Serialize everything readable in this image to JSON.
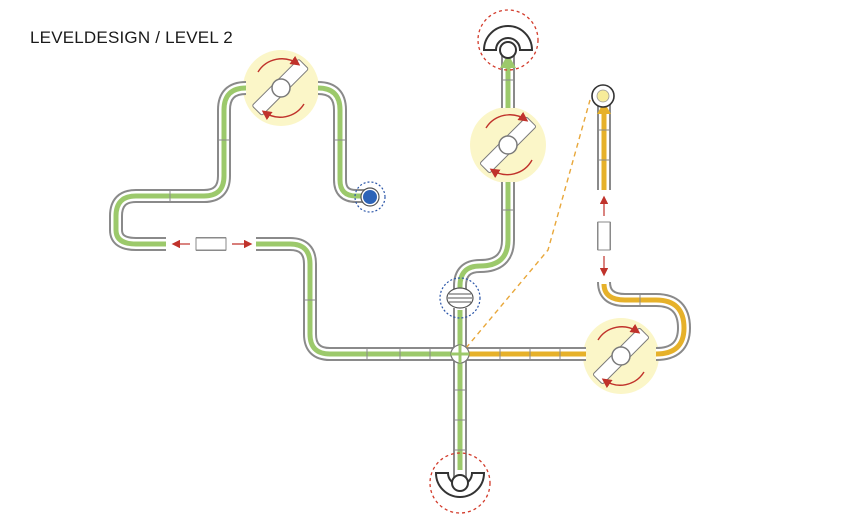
{
  "header": {
    "title": "LEVELDESIGN / LEVEL 2"
  },
  "colors": {
    "green_path": "#9cc96b",
    "yellow_path": "#e6b12a",
    "rotator_bg": "#fbf6c8",
    "arrow_red": "#c0322b",
    "ring_red": "#d23a2a",
    "ring_blue": "#2a55a8",
    "ball_blue": "#2d64b8",
    "dashed_orange": "#e8a73a",
    "rail": "#7a7a7a"
  },
  "elements": {
    "rotators": [
      "rotator-top-left",
      "rotator-top-center",
      "rotator-right"
    ],
    "goals": [
      "goal-top",
      "goal-bottom"
    ],
    "start": "start-ball",
    "sensor": "sensor-disc",
    "portal": "yellow-portal"
  }
}
